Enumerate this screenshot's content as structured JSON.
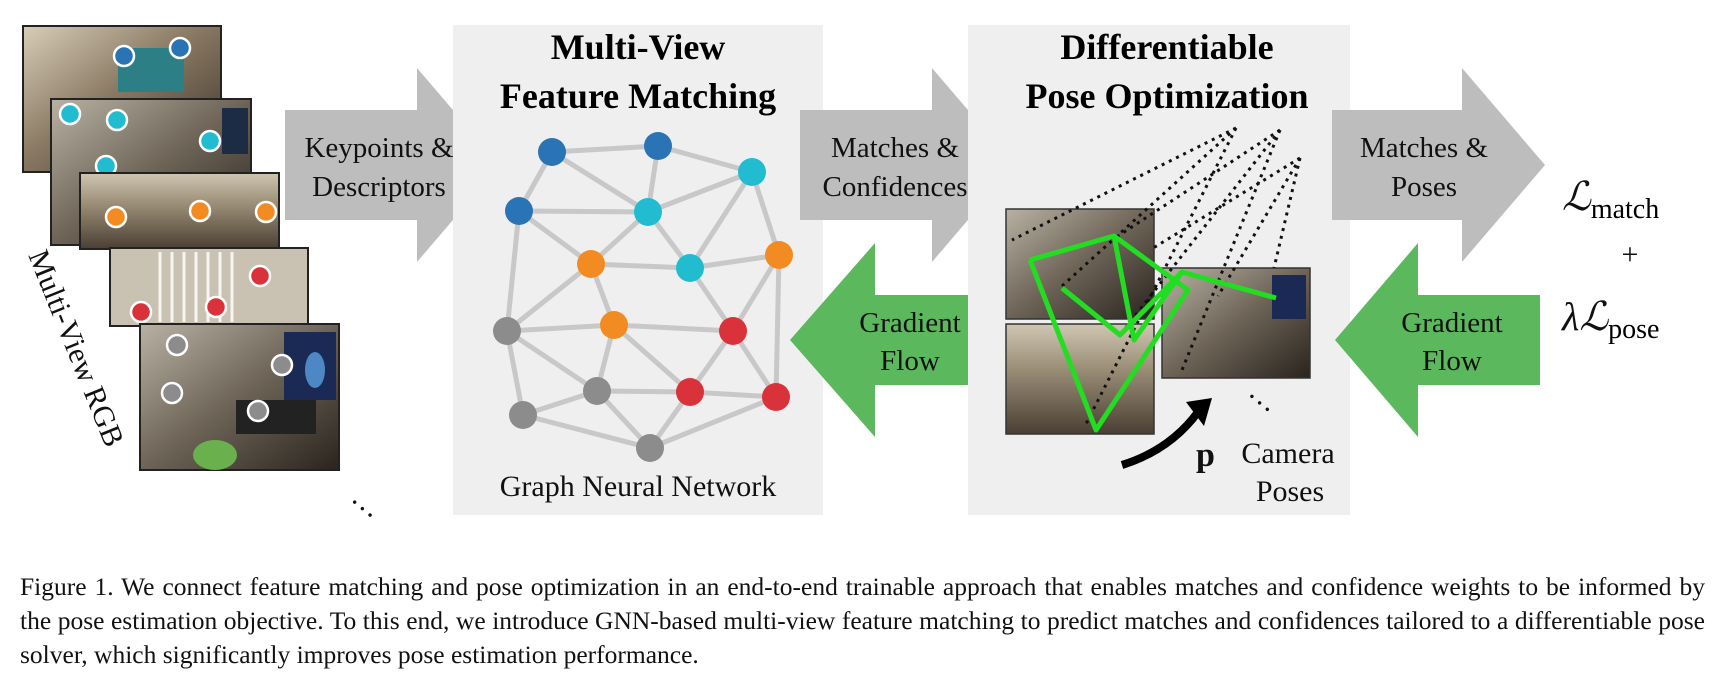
{
  "colors": {
    "panel_bg": "#efefef",
    "gray_arrow": "#bdbdbd",
    "green_arrow": "#5cb85c",
    "node_blue": "#2a73b5",
    "node_cyan": "#22bcd1",
    "node_orange": "#f28c22",
    "node_red": "#d9323a",
    "node_gray": "#8c8c8c",
    "edge": "#c8c8c8",
    "match_line": "#22dd22"
  },
  "input": {
    "label": "Multi-View RGB",
    "ellipsis": "…"
  },
  "arrows": {
    "keypoints_line1": "Keypoints &",
    "keypoints_line2": "Descriptors",
    "matches_conf_line1": "Matches &",
    "matches_conf_line2": "Confidences",
    "matches_poses_line1": "Matches &",
    "matches_poses_line2": "Poses",
    "gradient1_line1": "Gradient",
    "gradient1_line2": "Flow",
    "gradient2_line1": "Gradient",
    "gradient2_line2": "Flow"
  },
  "matching_panel": {
    "title_line1": "Multi-View",
    "title_line2": "Feature Matching",
    "footer": "Graph Neural Network"
  },
  "pose_panel": {
    "title_line1": "Differentiable",
    "title_line2": "Pose Optimization",
    "p_symbol": "p",
    "camera_line1": "Camera",
    "camera_line2": "Poses",
    "ellipsis": "…"
  },
  "loss": {
    "match_script": "ℒ",
    "match_sub": "match",
    "plus": "+",
    "lambda": "λ",
    "pose_script": "ℒ",
    "pose_sub": "pose"
  },
  "caption": "Figure 1. We connect feature matching and pose optimization in an end-to-end trainable approach that enables matches and confidence weights to be informed by the pose estimation objective. To this end, we introduce GNN-based multi-view feature matching to predict matches and confidences tailored to a differentiable pose solver, which significantly improves pose estimation performance."
}
